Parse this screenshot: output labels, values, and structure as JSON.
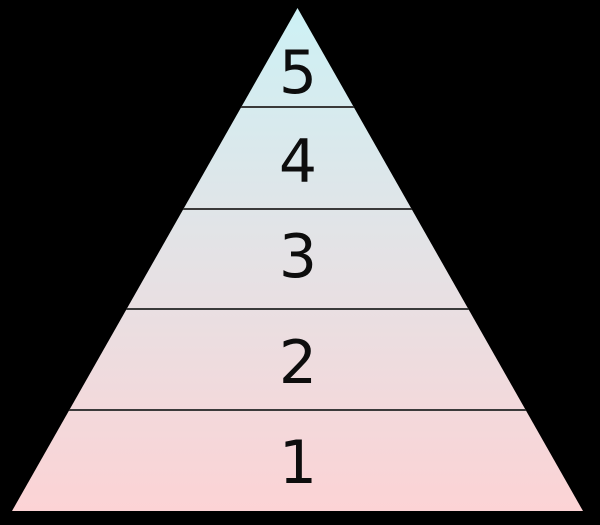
{
  "figure": {
    "background": "#000000"
  },
  "pyramid": {
    "levels": [
      {
        "rank": 5,
        "label": "5"
      },
      {
        "rank": 4,
        "label": "4"
      },
      {
        "rank": 3,
        "label": "3"
      },
      {
        "rank": 2,
        "label": "2"
      },
      {
        "rank": 1,
        "label": "1"
      }
    ],
    "colors": {
      "gradient_top": "#cdf1f5",
      "gradient_bottom": "#fcd3d5",
      "divider_line": "#3a3a3a",
      "label_text": "#0d0d0d"
    }
  }
}
